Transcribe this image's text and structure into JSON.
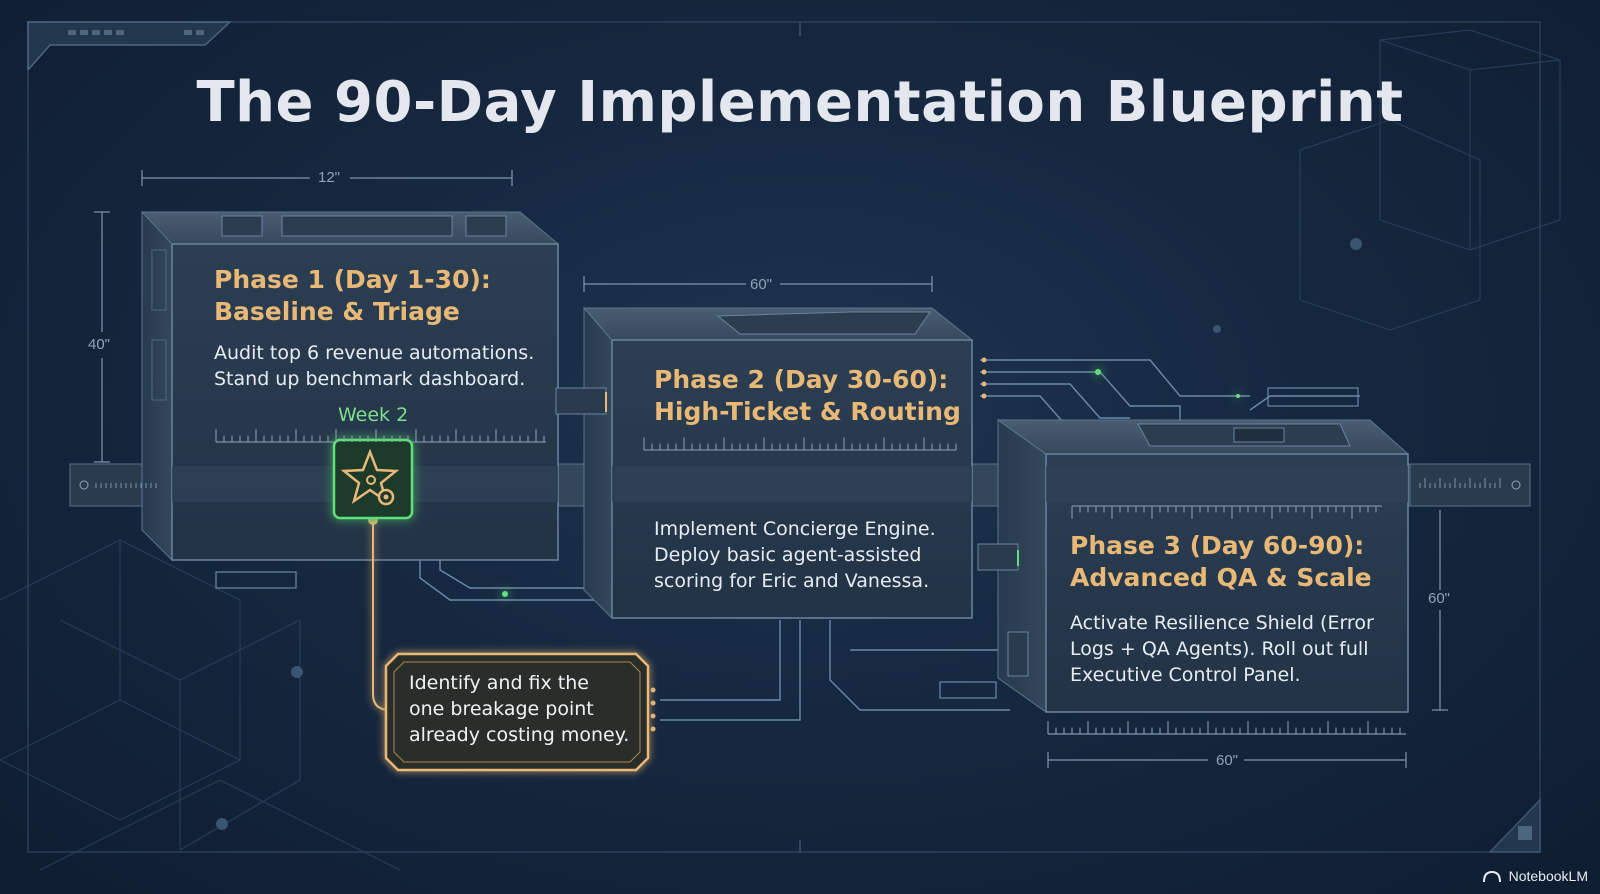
{
  "title": "The 90-Day Implementation Blueprint",
  "dimensions": {
    "top_width": "12\"",
    "left_height": "40\"",
    "phase2_width": "60\"",
    "phase3_height": "60\"",
    "phase3_width": "60\""
  },
  "phases": [
    {
      "title_line1": "Phase 1 (Day 1-30):",
      "title_line2": "Baseline & Triage",
      "desc_line1": "Audit top 6 revenue automations.",
      "desc_line2": "Stand up benchmark dashboard."
    },
    {
      "title_line1": "Phase 2 (Day 30-60):",
      "title_line2": "High-Ticket & Routing",
      "desc_line1": "Implement Concierge Engine.",
      "desc_line2": "Deploy basic agent-assisted",
      "desc_line3": "scoring for Eric and Vanessa."
    },
    {
      "title_line1": "Phase 3 (Day 60-90):",
      "title_line2": "Advanced QA & Scale",
      "desc_line1": "Activate Resilience Shield (Error",
      "desc_line2": "Logs + QA Agents). Roll out full",
      "desc_line3": "Executive Control Panel."
    }
  ],
  "milestone": {
    "label": "Week 2",
    "icon": "star-gear-icon",
    "callout_line1": "Identify and fix the",
    "callout_line2": "one breakage point",
    "callout_line3": "already costing money."
  },
  "brand": "NotebookLM",
  "colors": {
    "background": "#162840",
    "accent_orange": "#e8b877",
    "accent_green": "#5fe07a",
    "line": "#5a7590"
  }
}
